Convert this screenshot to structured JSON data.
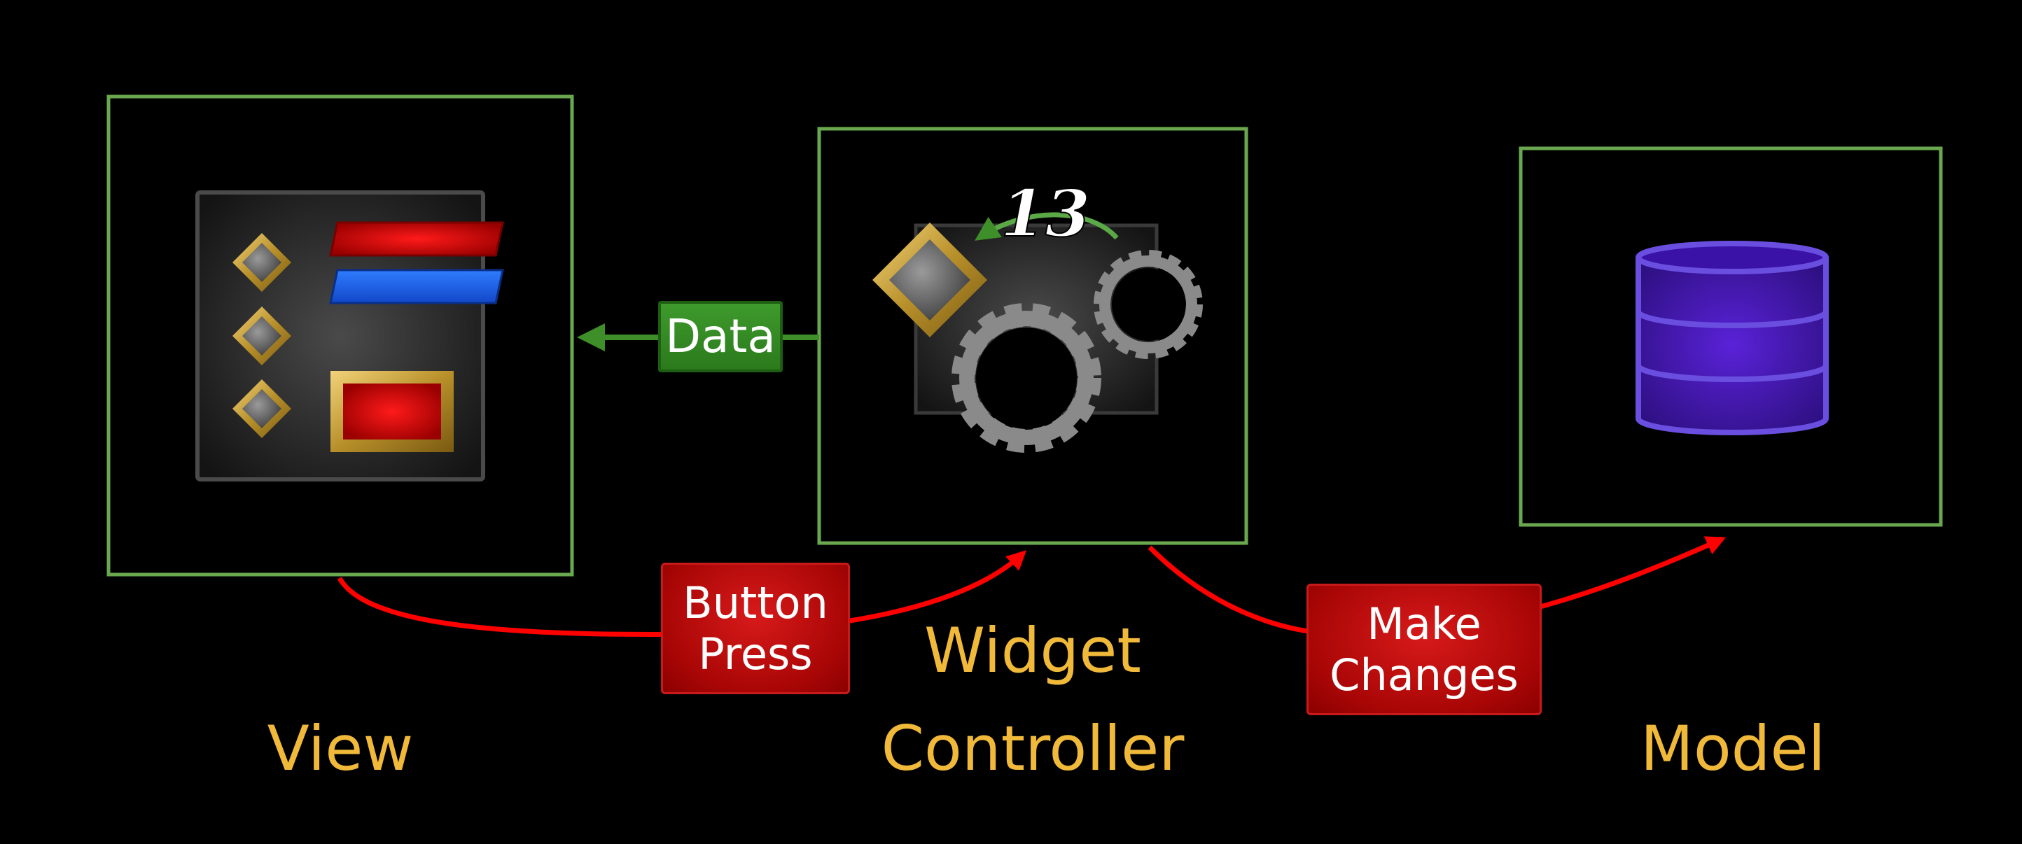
{
  "diagram": {
    "nodes": {
      "view": {
        "label": "View"
      },
      "controller": {
        "label_line1": "Widget",
        "label_line2": "Controller"
      },
      "model": {
        "label": "Model"
      }
    },
    "edges": {
      "data": {
        "label": "Data"
      },
      "button_press": {
        "line1": "Button",
        "line2": "Press"
      },
      "make_changes": {
        "line1": "Make",
        "line2": "Changes"
      }
    },
    "widget_value": "13",
    "colors": {
      "frame": "#6aa84f",
      "caption": "#f0b93a",
      "red_arrow": "#ff0000",
      "green_arrow": "#3e8e2a",
      "database": "#4b1fb0",
      "gold": "#c9a43a"
    }
  }
}
